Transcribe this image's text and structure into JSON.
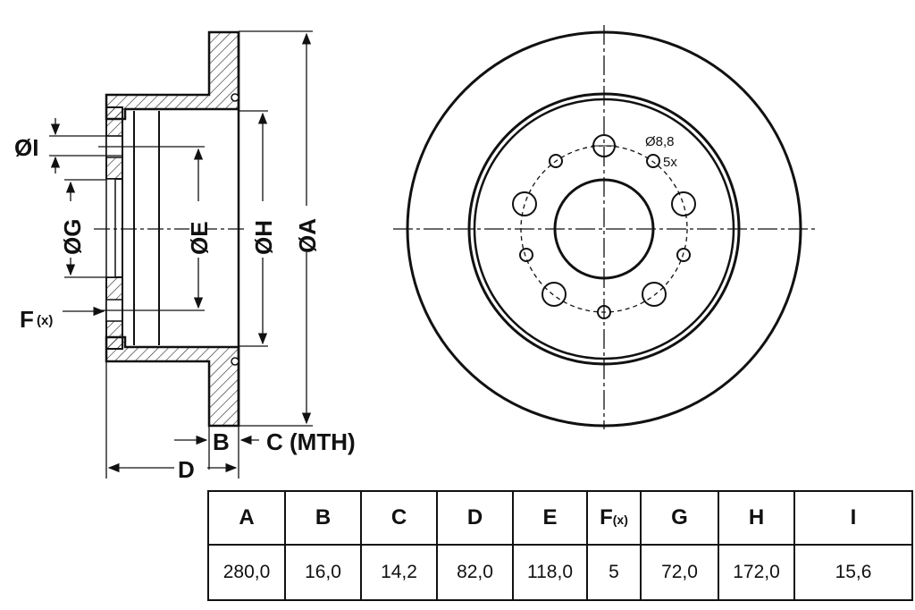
{
  "side_view": {
    "labels": {
      "I": "ØI",
      "G": "ØG",
      "E": "ØE",
      "H": "ØH",
      "A": "ØA",
      "F": "F",
      "F_sub": "(x)",
      "B": "B",
      "C": "C (MTH)",
      "D": "D"
    }
  },
  "front_view": {
    "hole_note_1": "Ø8,8",
    "hole_note_2": "5x"
  },
  "table": {
    "headers": [
      "A",
      "B",
      "C",
      "D",
      "E",
      "F",
      "G",
      "H",
      "I"
    ],
    "header_F_sub": "(x)",
    "values": [
      "280,0",
      "16,0",
      "14,2",
      "82,0",
      "118,0",
      "5",
      "72,0",
      "172,0",
      "15,6"
    ]
  }
}
